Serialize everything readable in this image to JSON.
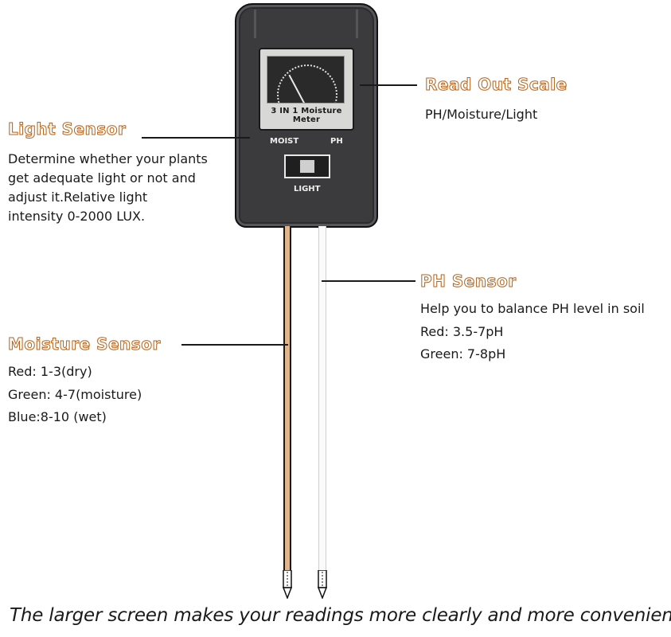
{
  "device": {
    "name": "3 in 1 Moisture Meter",
    "brand_label": "3 IN 1 Moisture Meter",
    "switch_labels": {
      "left": "MOIST",
      "right": "PH",
      "bottom": "LIGHT"
    }
  },
  "callouts": {
    "read_out_scale": {
      "title": "Read Out Scale",
      "lines": [
        "PH/Moisture/Light"
      ]
    },
    "light_sensor": {
      "title": "Light Sensor",
      "lines": [
        "Determine whether your plants",
        "get adequate light or not and",
        "adjust it.Relative light",
        "intensity 0-2000 LUX."
      ]
    },
    "ph_sensor": {
      "title": "PH Sensor",
      "lines": [
        "Help you to balance PH level in soil",
        "Red: 3.5-7pH",
        "Green: 7-8pH"
      ]
    },
    "moisture_sensor": {
      "title": "Moisture Sensor",
      "lines": [
        "Red: 1-3(dry)",
        "Green: 4-7(moisture)",
        "Blue:8-10 (wet)"
      ]
    }
  },
  "tagline": "The larger screen makes your readings more clearly and more convenient.",
  "colors": {
    "heading_outline": "#b5651d",
    "device_body": "#3b3b3d",
    "moisture_probe": "#e2b48a",
    "ph_probe": "#fafafa"
  }
}
